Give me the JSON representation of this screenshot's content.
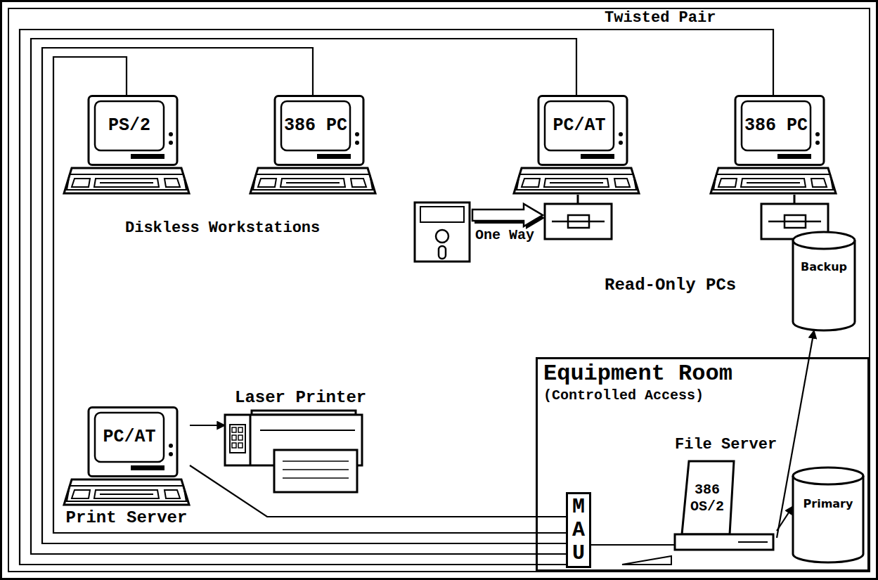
{
  "diagram": {
    "nodes": [
      {
        "text": [
          "PS/2"
        ]
      },
      {
        "text": [
          "386 PC"
        ]
      },
      {
        "text": [
          "PC/AT"
        ]
      },
      {
        "text": [
          "386 PC"
        ]
      },
      {
        "text": [
          "Backup"
        ]
      },
      {
        "text": [
          "Laser Printer"
        ]
      },
      {
        "text": [
          "PC/AT",
          "Print Server"
        ]
      },
      {
        "text": [
          "Equipment Room",
          "(Controlled Access)"
        ]
      },
      {
        "text": [
          "File Server",
          "386 OS/2"
        ],
        "in": 7
      },
      {
        "text": [
          "Primary"
        ],
        "in": 7
      },
      {
        "text": [
          "MAU"
        ],
        "in": 7
      }
    ],
    "edges": [
      {
        "from": 0,
        "to": 10,
        "arrow": "none"
      },
      {
        "from": 1,
        "to": 10,
        "arrow": "none"
      },
      {
        "from": 2,
        "to": 10,
        "arrow": "none"
      },
      {
        "from": 3,
        "to": 10,
        "arrow": "none"
      },
      {
        "from": 6,
        "to": 5,
        "arrow": "to"
      },
      {
        "from": 6,
        "to": 10,
        "arrow": "none"
      },
      {
        "from": 10,
        "to": 8,
        "arrow": "none"
      },
      {
        "from": 8,
        "to": 4,
        "arrow": "to"
      },
      {
        "from": 8,
        "to": 9,
        "arrow": "to"
      }
    ],
    "labels": [
      "Twisted Pair",
      "Diskless Workstations",
      "One Way",
      "Read-Only PCs"
    ]
  }
}
